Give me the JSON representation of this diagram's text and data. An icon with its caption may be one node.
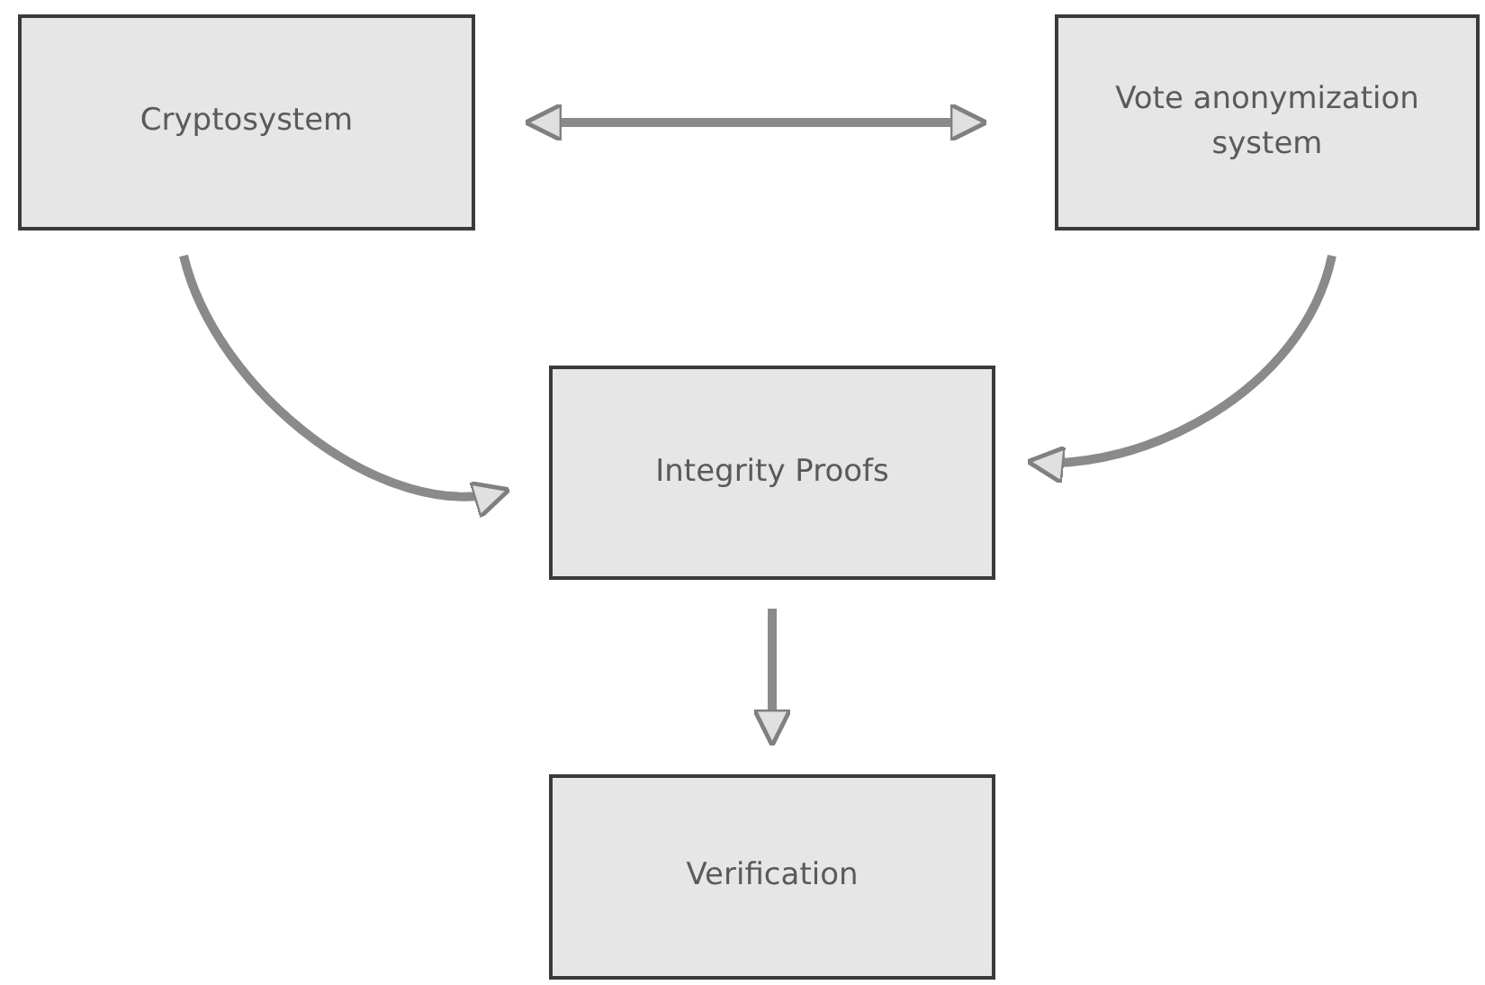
{
  "diagram": {
    "nodes": [
      {
        "text": [
          "Cryptosystem"
        ]
      },
      {
        "text": [
          "Vote anonymization system"
        ]
      },
      {
        "text": [
          "Integrity Proofs"
        ]
      },
      {
        "text": [
          "Verification"
        ]
      }
    ],
    "edges": [
      {
        "from": 0,
        "to": 1,
        "arrow": "both"
      },
      {
        "from": 0,
        "to": 2,
        "arrow": "to"
      },
      {
        "from": 1,
        "to": 2,
        "arrow": "to"
      },
      {
        "from": 2,
        "to": 3,
        "arrow": "to"
      }
    ]
  }
}
